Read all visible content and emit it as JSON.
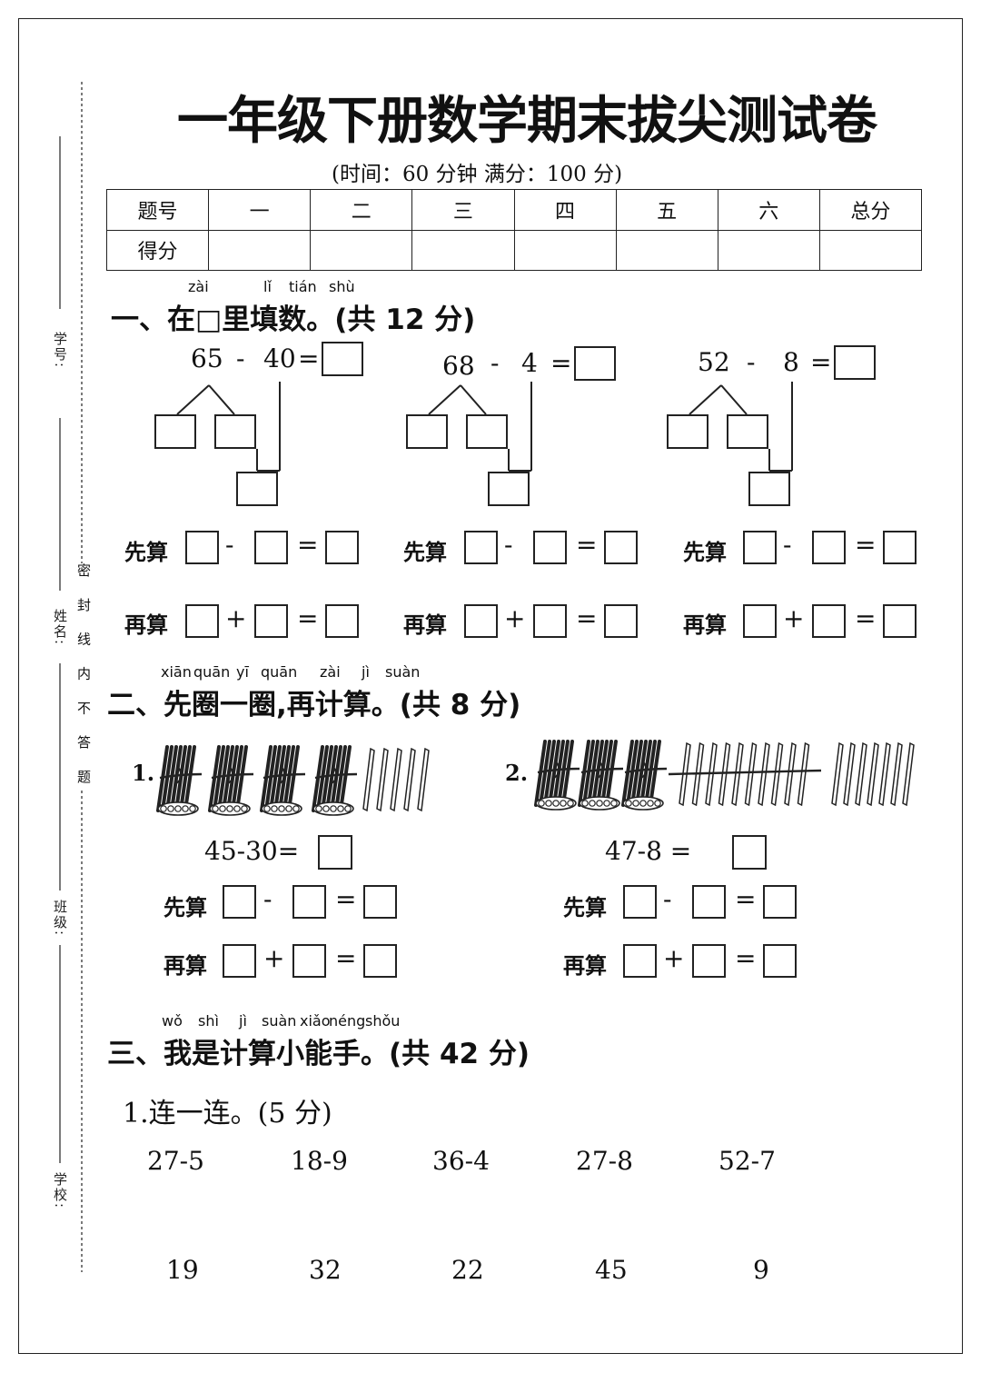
{
  "title": "一年级下册数学期末拔尖测试卷",
  "subtitle": "(时间：60 分钟     满分：100 分)",
  "score_table": {
    "header": [
      "题号",
      "一",
      "二",
      "三",
      "四",
      "五",
      "六",
      "总分"
    ],
    "row2_label": "得分"
  },
  "sidebar": {
    "xuehao": "学号:",
    "xingming": "姓名:",
    "banji": "班级:",
    "xuexiao": "学校:",
    "seal_text": "密 封 线 内 不 答 题"
  },
  "section1": {
    "pinyin": [
      "zài",
      "lǐ",
      "tián",
      "shù"
    ],
    "title": "一、在□里填数。(共 12 分)",
    "problems": [
      {
        "a": "65",
        "op": "-",
        "b": "40",
        "eq": "="
      },
      {
        "a": "68",
        "op": "-",
        "b": "4",
        "eq": "="
      },
      {
        "a": "52",
        "op": "-",
        "b": "8",
        "eq": "="
      }
    ],
    "first_label": "先算",
    "then_label": "再算",
    "minus": "-",
    "plus": "+",
    "equals": "="
  },
  "section2": {
    "pinyin": [
      "xiān",
      "quān",
      "yī",
      "quān",
      "zài",
      "jì",
      "suàn"
    ],
    "title": "二、先圈一圈,再计算。(共 8 分)",
    "item1_no": "1.",
    "item2_no": "2.",
    "eq1": "45-30=",
    "eq2": "47-8  =",
    "item1_bundles": 4,
    "item1_sticks": 5,
    "item2_bundles": 3,
    "item2_sticks": 17,
    "first_label": "先算",
    "then_label": "再算"
  },
  "section3": {
    "pinyin": [
      "wǒ",
      "shì",
      "jì",
      "suàn",
      "xiǎo",
      "néng",
      "shǒu"
    ],
    "title": "三、我是计算小能手。(共 42 分)",
    "sub1": "1.连一连。(5 分)",
    "top_items": [
      "27-5",
      "18-9",
      "36-4",
      "27-8",
      "52-7"
    ],
    "bottom_items": [
      "19",
      "32",
      "22",
      "45",
      "9"
    ]
  }
}
